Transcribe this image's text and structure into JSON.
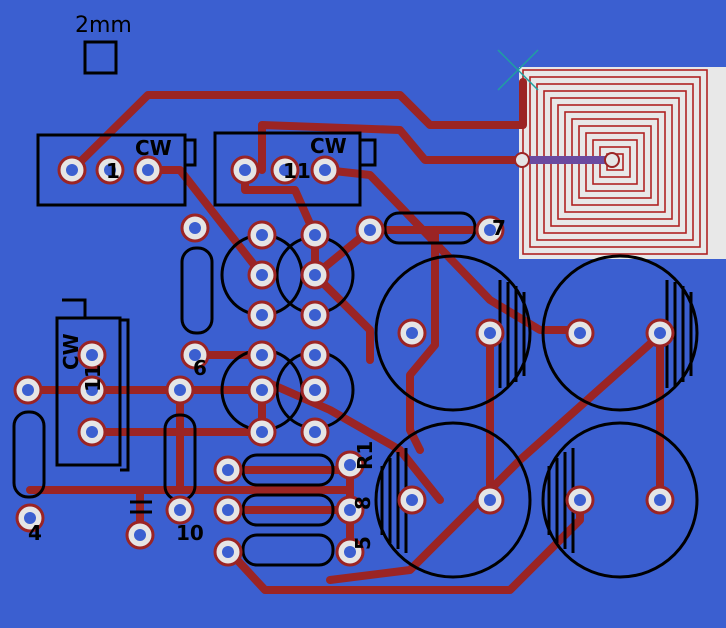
{
  "colors": {
    "board": "#3b5fd0",
    "copper": "#9b2424",
    "silk": "#000000",
    "pad_ring": "#e5e5e5",
    "drill": "#3b5fd0",
    "coil_bg": "#e8e8e8",
    "coil_trace": "#b02222",
    "crosshair": "#1fa0a0"
  },
  "scale_label": "2mm",
  "labels": {
    "pot_left_cw": "CW",
    "pot_left_pin": "1",
    "pot_mid_cw": "CW",
    "pot_mid_pin": "11",
    "pot_side_cw": "CW",
    "pot_side_pin": "11",
    "res_top_right": "7",
    "res_left_mid": "6",
    "res_far_left": "4",
    "res_bottom_mid": "10",
    "res_r1": "R1",
    "res_r8": "8",
    "res_r5": "5"
  },
  "icons": {
    "crosshair": "crosshair-icon",
    "coil": "spiral-coil-icon",
    "pad": "through-hole-pad-icon"
  }
}
